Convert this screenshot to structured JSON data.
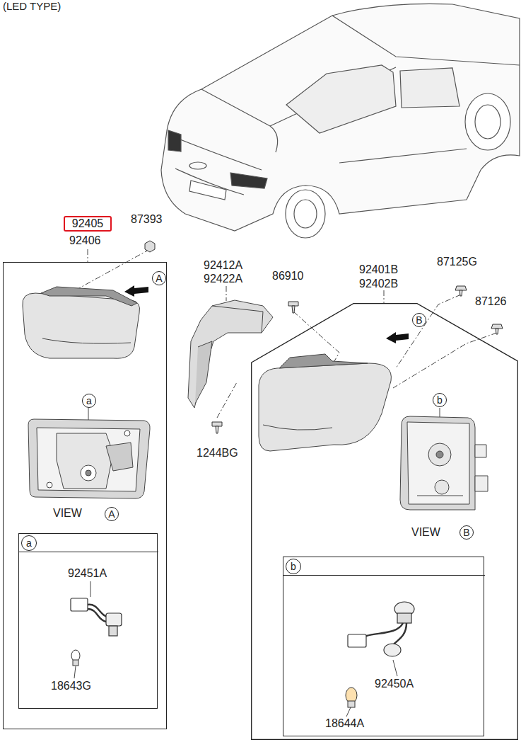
{
  "diagram": {
    "nodes": [
      {
        "text": [
          "92405"
        ]
      },
      {
        "text": [
          "92406"
        ]
      },
      {
        "text": [
          "A"
        ],
        "in": 1
      },
      {
        "text": [
          "a"
        ],
        "in": 1
      },
      {
        "text": [
          "A"
        ],
        "in": 1
      },
      {
        "text": [
          "a"
        ],
        "in": 1
      },
      {
        "text": [
          "92401B",
          "92402B"
        ]
      },
      {
        "text": [
          "B"
        ],
        "in": 6
      },
      {
        "text": [
          "b"
        ],
        "in": 6
      },
      {
        "text": [
          "B"
        ],
        "in": 6
      },
      {
        "text": [
          "b"
        ],
        "in": 6
      }
    ],
    "edges": [],
    "labels": [
      "(LED TYPE)",
      "87393",
      "VIEW",
      "92451A",
      "18643G",
      "92412A",
      "92422A",
      "86910",
      "1244BG",
      "87125G",
      "87126",
      "VIEW",
      "92450A",
      "18644A"
    ]
  }
}
